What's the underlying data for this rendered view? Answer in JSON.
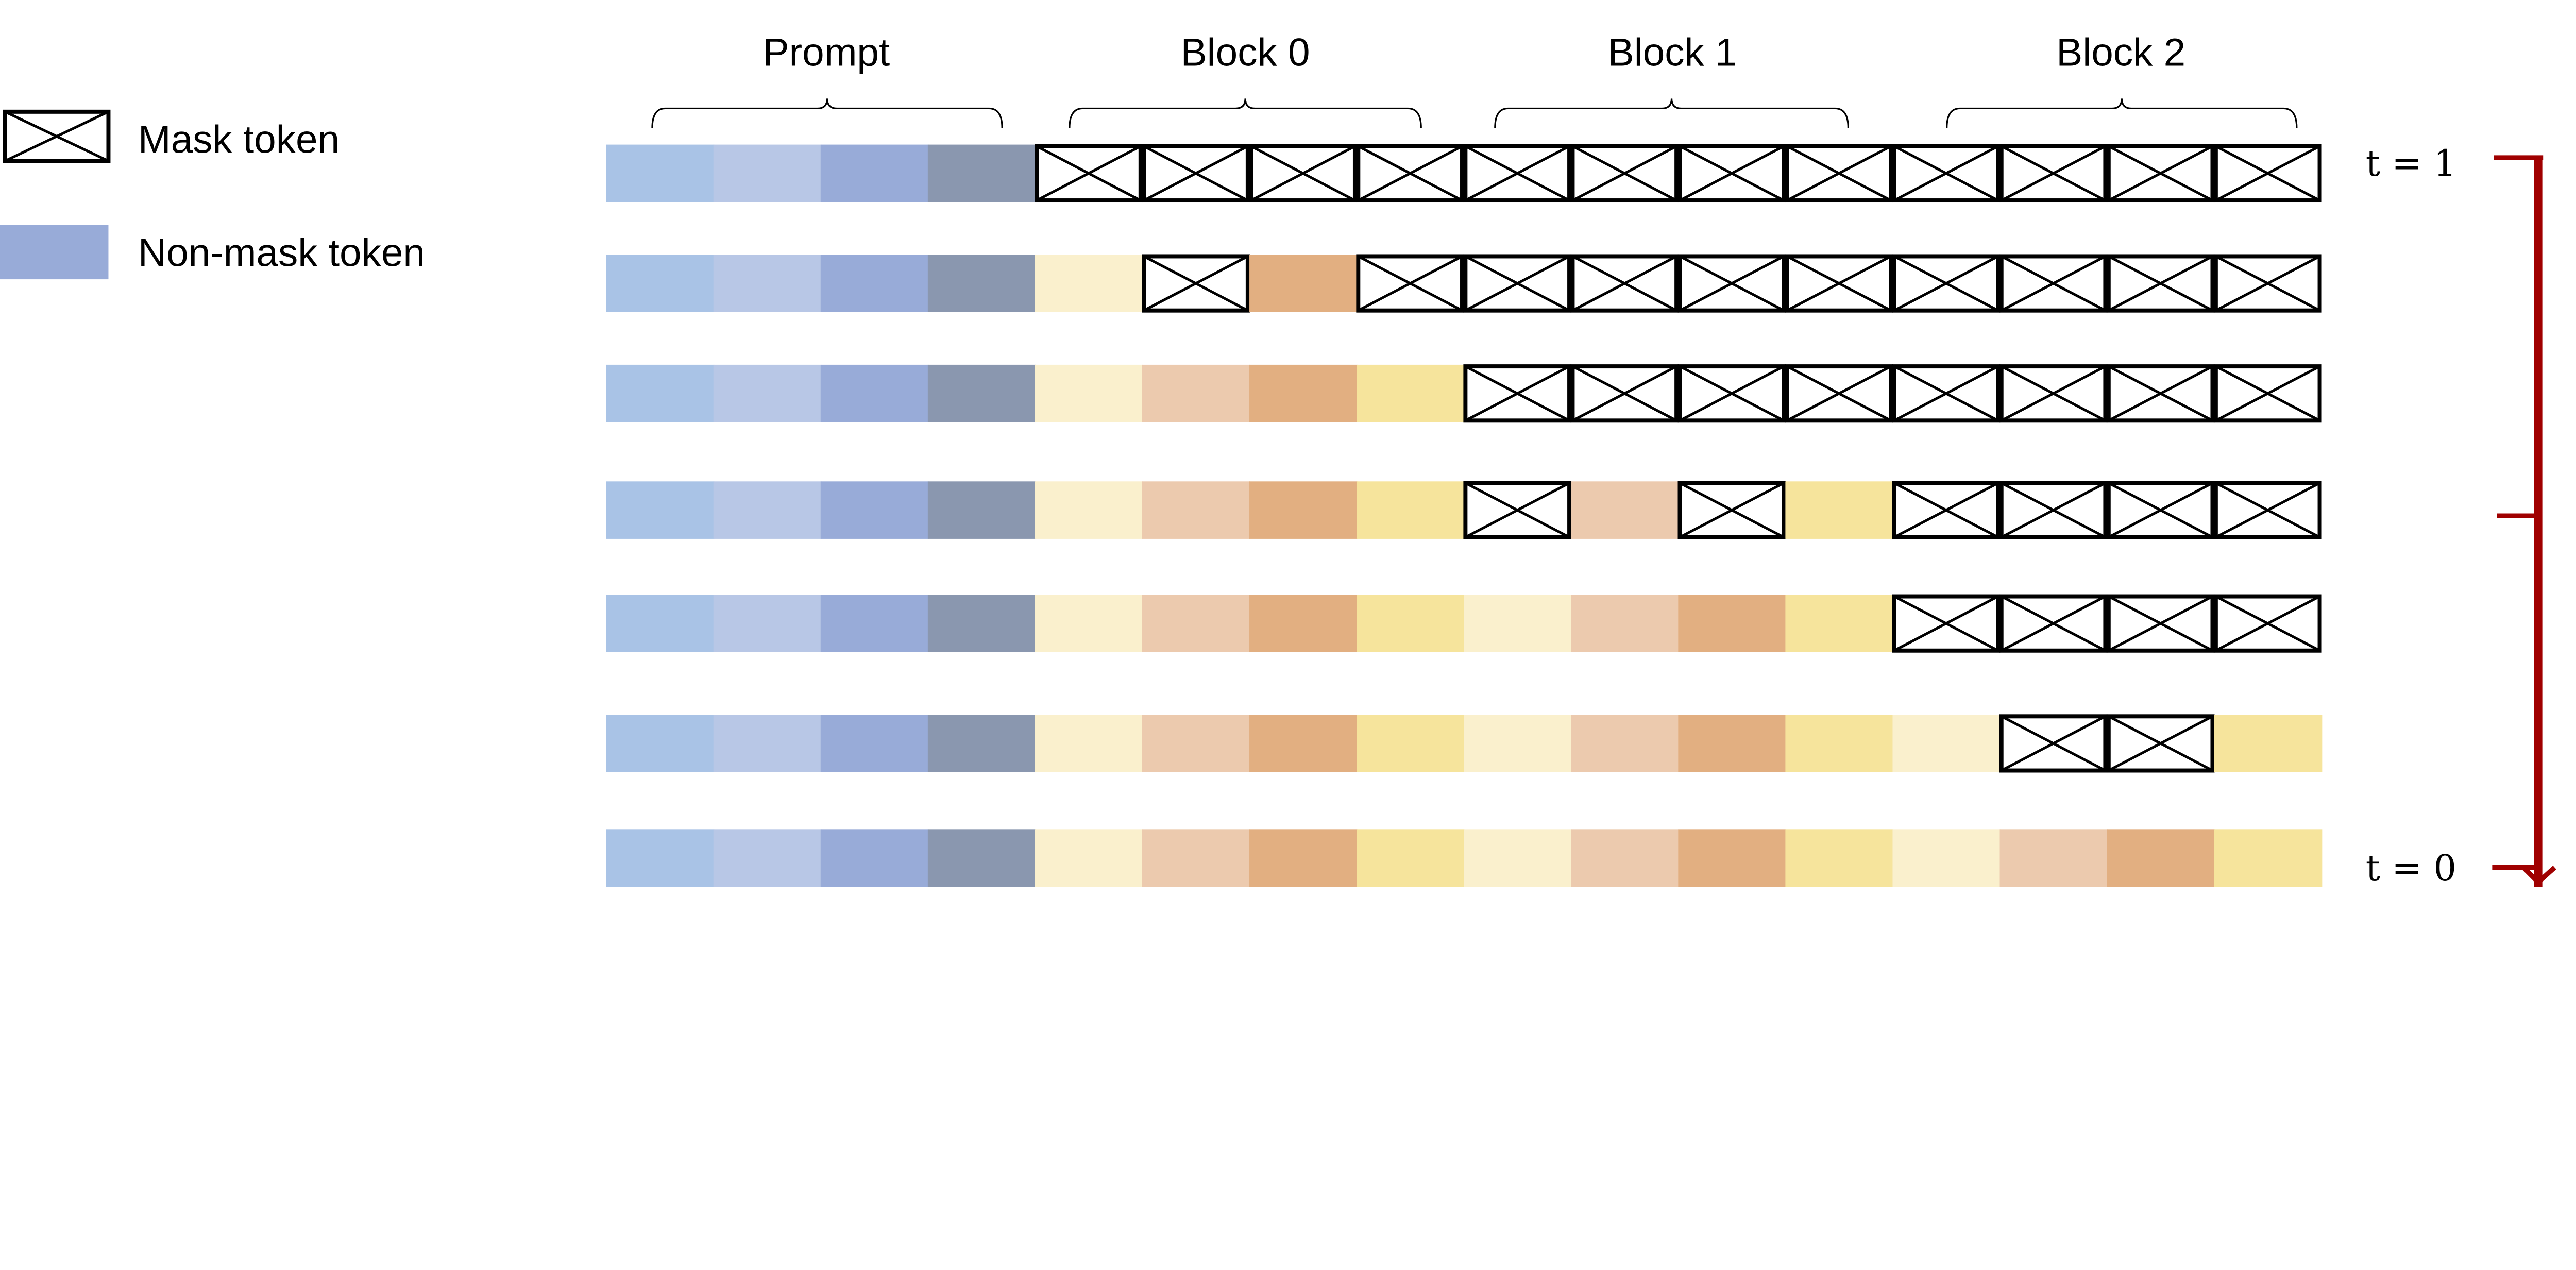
{
  "legend": {
    "mask_label": "Mask token",
    "nonmask_label": "Non-mask token",
    "nonmask_color": "#98ABD8"
  },
  "groups": [
    {
      "label": "Prompt"
    },
    {
      "label": "Block 0"
    },
    {
      "label": "Block 1"
    },
    {
      "label": "Block 2"
    }
  ],
  "colors": {
    "prompt": [
      "#A9C3E6",
      "#B8C7E6",
      "#98ABD8",
      "#8A97AF"
    ],
    "response": [
      "#FAF0CD",
      "#ECCAAE",
      "#E2AF81",
      "#F6E49C"
    ],
    "arrow": "#A00000",
    "mask_stroke": "#000000"
  },
  "time_axis": {
    "start_label": "t = 1",
    "end_label": "t = 0"
  },
  "rows": [
    [
      "mask",
      "mask",
      "mask",
      "mask",
      "mask",
      "mask",
      "mask",
      "mask",
      "mask",
      "mask",
      "mask",
      "mask"
    ],
    [
      "token",
      "mask",
      "token",
      "mask",
      "mask",
      "mask",
      "mask",
      "mask",
      "mask",
      "mask",
      "mask",
      "mask"
    ],
    [
      "token",
      "token",
      "token",
      "token",
      "mask",
      "mask",
      "mask",
      "mask",
      "mask",
      "mask",
      "mask",
      "mask"
    ],
    [
      "token",
      "token",
      "token",
      "token",
      "mask",
      "token",
      "mask",
      "token",
      "mask",
      "mask",
      "mask",
      "mask"
    ],
    [
      "token",
      "token",
      "token",
      "token",
      "token",
      "token",
      "token",
      "token",
      "mask",
      "mask",
      "mask",
      "mask"
    ],
    [
      "token",
      "token",
      "token",
      "token",
      "token",
      "token",
      "token",
      "token",
      "token",
      "mask",
      "mask",
      "token"
    ],
    [
      "token",
      "token",
      "token",
      "token",
      "token",
      "token",
      "token",
      "token",
      "token",
      "token",
      "token",
      "token"
    ]
  ]
}
